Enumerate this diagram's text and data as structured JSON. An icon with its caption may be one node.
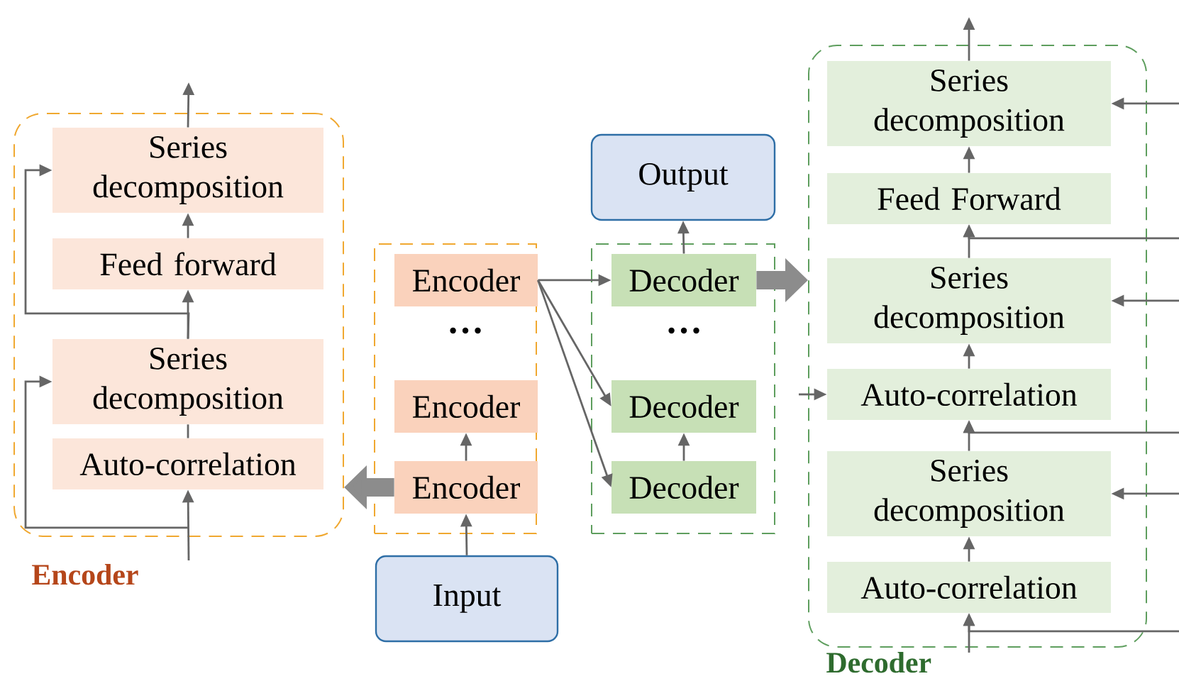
{
  "diagram": {
    "nodes": [
      {
        "text": [
          "Encoder"
        ]
      },
      {
        "text": [
          "Series decomposition"
        ],
        "in": 0
      },
      {
        "text": [
          "Feed forward"
        ],
        "in": 0
      },
      {
        "text": [
          "Series decomposition"
        ],
        "in": 0
      },
      {
        "text": [
          "Auto-correlation"
        ],
        "in": 0
      },
      {
        "text": [],
        "shape": "box"
      },
      {
        "text": [
          "Encoder"
        ],
        "in": 5
      },
      {
        "text": [
          "Encoder"
        ],
        "in": 5
      },
      {
        "text": [
          "Encoder"
        ],
        "in": 5
      },
      {
        "text": [
          "Input"
        ]
      },
      {
        "text": [
          "Output"
        ]
      },
      {
        "text": [],
        "shape": "box"
      },
      {
        "text": [
          "Decoder"
        ],
        "in": 11
      },
      {
        "text": [
          "Decoder"
        ],
        "in": 11
      },
      {
        "text": [
          "Decoder"
        ],
        "in": 11
      },
      {
        "text": [
          "Decoder"
        ]
      },
      {
        "text": [
          "Series decomposition"
        ],
        "in": 15
      },
      {
        "text": [
          "Feed Forward"
        ],
        "in": 15
      },
      {
        "text": [
          "Series decomposition"
        ],
        "in": 15
      },
      {
        "text": [
          "Auto-correlation"
        ],
        "in": 15
      },
      {
        "text": [
          "Series decomposition"
        ],
        "in": 15
      },
      {
        "text": [
          "Auto-correlation"
        ],
        "in": 15
      }
    ],
    "edges": [
      {
        "from": 9,
        "to": 8,
        "arrow": "to"
      },
      {
        "from": 8,
        "to": 7,
        "arrow": "to"
      },
      {
        "from": 6,
        "to": 12,
        "arrow": "to"
      },
      {
        "from": 6,
        "to": 13,
        "arrow": "to"
      },
      {
        "from": 6,
        "to": 14,
        "arrow": "to"
      },
      {
        "from": 14,
        "to": 13,
        "arrow": "to"
      },
      {
        "from": 12,
        "to": 10,
        "arrow": "to"
      },
      {
        "from": 8,
        "to": 0,
        "arrow": "to",
        "style": "thick",
        "color": "#8c8c8c"
      },
      {
        "from": 12,
        "to": 15,
        "arrow": "to",
        "style": "thick",
        "color": "#8c8c8c"
      },
      {
        "from": null,
        "to": 4,
        "arrow": "to"
      },
      {
        "from": null,
        "to": 3,
        "arrow": "to"
      },
      {
        "from": 4,
        "to": 3,
        "arrow": "none"
      },
      {
        "from": 3,
        "to": 2,
        "arrow": "to"
      },
      {
        "from": 3,
        "to": 1,
        "arrow": "to"
      },
      {
        "from": 2,
        "to": 1,
        "arrow": "to"
      },
      {
        "from": 1,
        "to": null,
        "arrow": "to"
      },
      {
        "from": null,
        "to": 21,
        "arrow": "to"
      },
      {
        "from": null,
        "to": 21,
        "arrow": "to"
      },
      {
        "from": 21,
        "to": 20,
        "arrow": "to"
      },
      {
        "from": null,
        "to": 20,
        "arrow": "to"
      },
      {
        "from": 20,
        "to": 19,
        "arrow": "to"
      },
      {
        "from": null,
        "to": 19,
        "arrow": "to"
      },
      {
        "from": null,
        "to": 19,
        "arrow": "to"
      },
      {
        "from": 19,
        "to": 18,
        "arrow": "to"
      },
      {
        "from": null,
        "to": 18,
        "arrow": "to"
      },
      {
        "from": 18,
        "to": 17,
        "arrow": "to"
      },
      {
        "from": null,
        "to": 17,
        "arrow": "to"
      },
      {
        "from": 17,
        "to": 16,
        "arrow": "to"
      },
      {
        "from": null,
        "to": 16,
        "arrow": "to"
      },
      {
        "from": 16,
        "to": null,
        "arrow": "to"
      }
    ],
    "labels": [
      "…",
      "…"
    ]
  }
}
